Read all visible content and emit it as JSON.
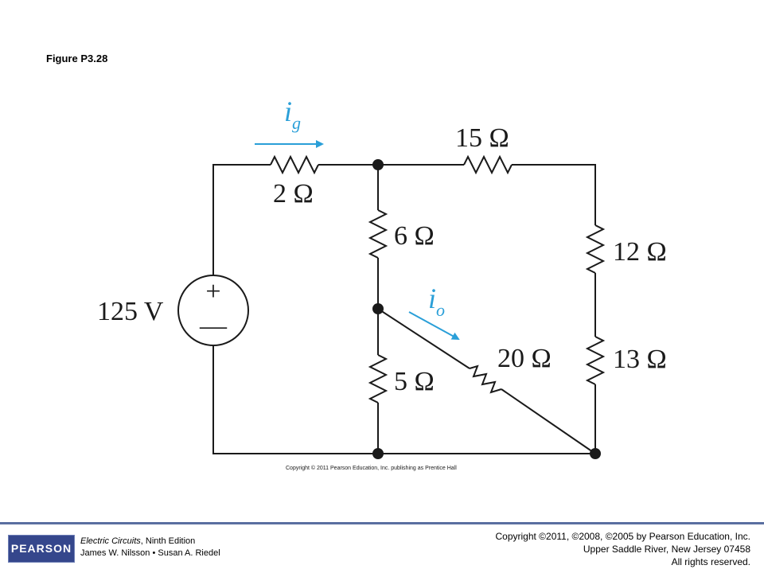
{
  "figure": {
    "title": "Figure P3.28"
  },
  "circuit": {
    "source": {
      "label": "125 V",
      "plus": "+",
      "minus": "—"
    },
    "resistors": {
      "r2": "2 Ω",
      "r15": "15 Ω",
      "r6": "6 Ω",
      "r12": "12 Ω",
      "r5": "5 Ω",
      "r20": "20 Ω",
      "r13": "13 Ω"
    },
    "currents": {
      "ig": {
        "symbol": "i",
        "subscript": "g"
      },
      "io": {
        "symbol": "i",
        "subscript": "o"
      }
    },
    "image_copyright": "Copyright © 2011 Pearson Education, Inc. publishing as Prentice Hall",
    "colors": {
      "wire": "#1a1a1a",
      "current_arrow": "#2a9fd8"
    }
  },
  "footer": {
    "logo": "PEARSON",
    "book_title": "Electric Circuits",
    "book_edition": ", Ninth Edition",
    "authors": "James W. Nilsson • Susan A. Riedel",
    "copyright_line1": "Copyright ©2011, ©2008, ©2005 by Pearson Education, Inc.",
    "copyright_line2": "Upper Saddle River, New Jersey 07458",
    "copyright_line3": "All rights reserved.",
    "colors": {
      "rule": "#5a6fa0",
      "logo_bg": "#35478c"
    }
  }
}
